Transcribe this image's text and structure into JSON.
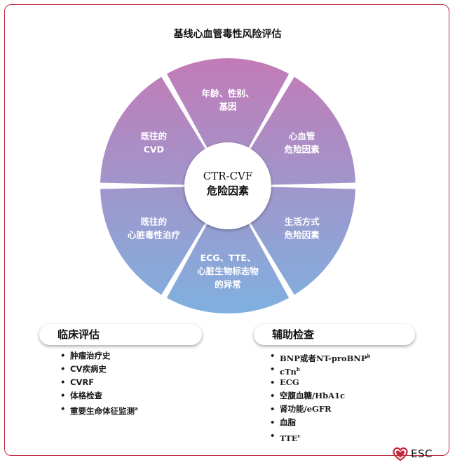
{
  "title": "基线心血管毒性风险评估",
  "wheel": {
    "center_line1": "CTR-CVF",
    "center_line2": "危险因素",
    "segments": [
      {
        "lines": [
          "年龄、性别、",
          "基因"
        ]
      },
      {
        "lines": [
          "心血管",
          "危险因素"
        ]
      },
      {
        "lines": [
          "生活方式",
          "危险因素"
        ]
      },
      {
        "lines": [
          "ECG、TTE、",
          "心脏生物标志物",
          "的异常"
        ]
      },
      {
        "lines": [
          "既往的",
          "心脏毒性治疗"
        ]
      },
      {
        "lines": [
          "既往的",
          "CVD"
        ]
      }
    ],
    "colors": {
      "top": "#c27bb7",
      "bottom": "#7fb0df",
      "divider": "#ffffff"
    }
  },
  "clinical": {
    "title": "临床评估",
    "items": [
      {
        "text": "肿瘤治疗史",
        "sup": ""
      },
      {
        "text": "CV疾病史",
        "sup": ""
      },
      {
        "text": "CVRF",
        "sup": ""
      },
      {
        "text": "体格检查",
        "sup": ""
      },
      {
        "text": "重要生命体征监测",
        "sup": "a"
      }
    ]
  },
  "auxiliary": {
    "title": "辅助检查",
    "items": [
      {
        "text": "BNP或者NT-proBNP",
        "sup": "b"
      },
      {
        "text": "cTn",
        "sup": "b"
      },
      {
        "text": "ECG",
        "sup": ""
      },
      {
        "text": "空腹血糖/HbA1c",
        "sup": ""
      },
      {
        "text": "肾功能/eGFR",
        "sup": ""
      },
      {
        "text": "血脂",
        "sup": ""
      },
      {
        "text": "TTE",
        "sup": "c"
      }
    ]
  },
  "bullet": "•",
  "logo": {
    "text": "ESC",
    "color": "#c0283c"
  }
}
